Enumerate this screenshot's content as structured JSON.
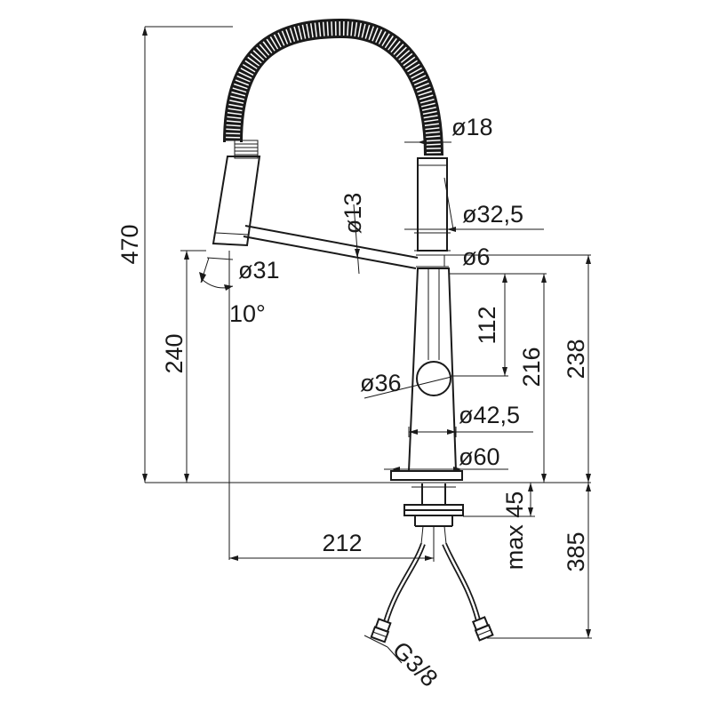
{
  "colors": {
    "line": "#1a1a1a",
    "background": "#ffffff"
  },
  "dimensions": {
    "total_height": "470",
    "spout_height": "240",
    "hose_diameter": "ø18",
    "head_diameter": "ø32,5",
    "spout_tube_diameter": "ø13",
    "handle_rod_diameter": "ø6",
    "spray_head_diameter": "ø31",
    "tilt_angle": "10°",
    "lever_height": "112",
    "body_height_216": "216",
    "body_height_238": "238",
    "knob_diameter": "ø36",
    "body_diameter": "ø42,5",
    "base_diameter": "ø60",
    "max_deck_thickness": "max 45",
    "hose_length": "385",
    "reach": "212",
    "connection_thread": "G3/8"
  }
}
